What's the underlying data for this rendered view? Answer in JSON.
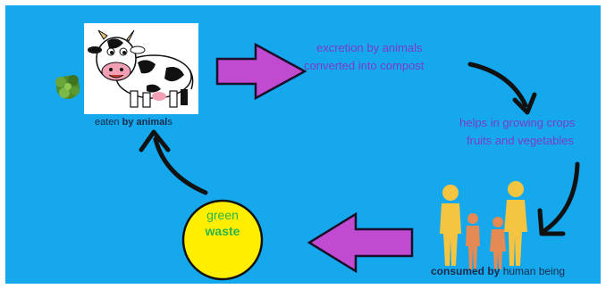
{
  "labels": {
    "eaten_prefix": "eaten ",
    "eaten_bold": "by animal",
    "eaten_suffix": "s",
    "excretion_line1": "excretion by animals",
    "excretion_line2": "converted into compost",
    "helps_line1": "helps in growing crops",
    "helps_line2": "fruits and vegetables",
    "consumed_bold": "consumed by",
    "consumed_rest": " human being",
    "waste_line1": "green",
    "waste_line2": "waste"
  },
  "colors": {
    "background": "#15a8ec",
    "arrow_fill": "#c04ad0",
    "curve_arrow": "#111111",
    "waste_circle": "#ffee00",
    "label_text": "#7a3cc8",
    "people": "#f5c542"
  },
  "icons": [
    "cow-icon",
    "bush-icon",
    "human-family-icon"
  ]
}
